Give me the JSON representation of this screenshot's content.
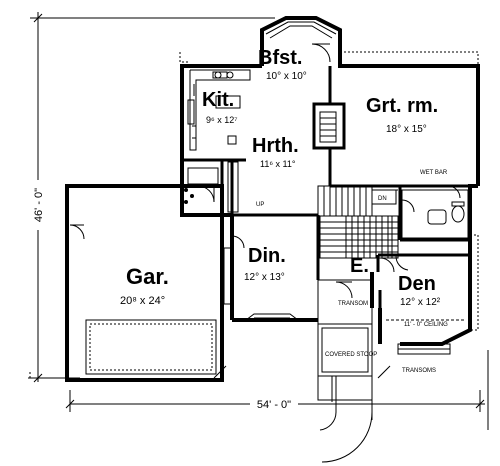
{
  "rooms": {
    "bfst": {
      "label": "Bfst.",
      "dim": "10° x 10°"
    },
    "kit": {
      "label": "Kit.",
      "dim": "9⁶ x 12⁷"
    },
    "hrth": {
      "label": "Hrth.",
      "dim": "11⁶ x 11°"
    },
    "grtrm": {
      "label": "Grt. rm.",
      "dim": "18° x 15°"
    },
    "din": {
      "label": "Din.",
      "dim": "12° x 13°"
    },
    "gar": {
      "label": "Gar.",
      "dim": "20⁸ x 24°"
    },
    "den": {
      "label": "Den",
      "dim": "12° x 12²"
    },
    "entry": {
      "label": "E."
    }
  },
  "notes": {
    "wet_bar": "WET BAR",
    "ceiling": "11' - 0\" CEILING",
    "covered_stoop": "COVERED STOOP",
    "transoms": "TRANSOMS",
    "transom": "TRANSOM",
    "dn": "DN",
    "up": "UP"
  },
  "dimensions": {
    "width": "54' - 0\"",
    "depth": "46' - 0\""
  }
}
